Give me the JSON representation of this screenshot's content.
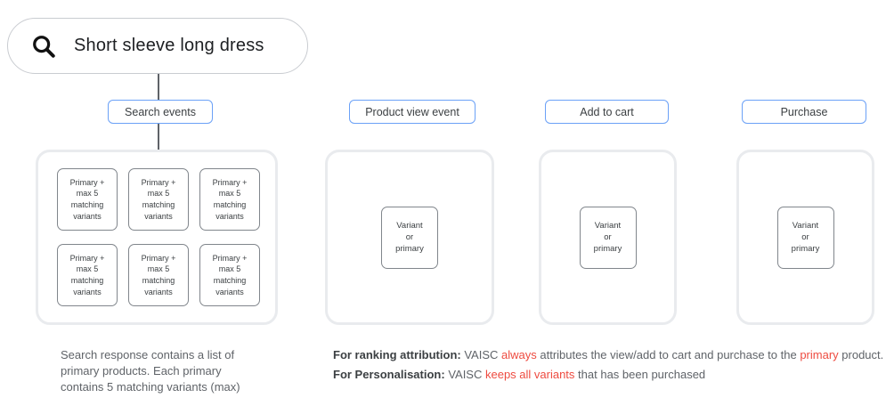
{
  "search_bar": {
    "query": "Short sleeve long dress",
    "icon": "magnifying-glass"
  },
  "event_labels": {
    "search": "Search events",
    "product_view": "Product view event",
    "add_to_cart": "Add to cart",
    "purchase": "Purchase"
  },
  "cards": {
    "primary": "Primary +\nmax 5\nmatching\nvariants",
    "variant": "Variant\nor\nprimary"
  },
  "notes": {
    "search_response": "Search response contains a list of\nprimary products. Each primary\ncontains 5 matching variants (max)",
    "ranking": {
      "label": "For ranking attribution:",
      "t1": " VAISC ",
      "highlight1": "always",
      "t2": " attributes the view/add to cart and purchase to the ",
      "highlight2": "primary",
      "t3": " product."
    },
    "personalisation": {
      "label": "For Personalisation:",
      "t1": " VAISC ",
      "highlight1": "keeps all variants",
      "t2": " that has been purchased"
    }
  },
  "colors": {
    "accent_blue": "#6ba1f7",
    "highlight_red": "#ee4b40",
    "container_border": "#e9ebee",
    "card_border": "#81868c",
    "connector_gray": "#5f6368",
    "text_dark": "#3c4043",
    "text_gray": "#5f6368"
  }
}
